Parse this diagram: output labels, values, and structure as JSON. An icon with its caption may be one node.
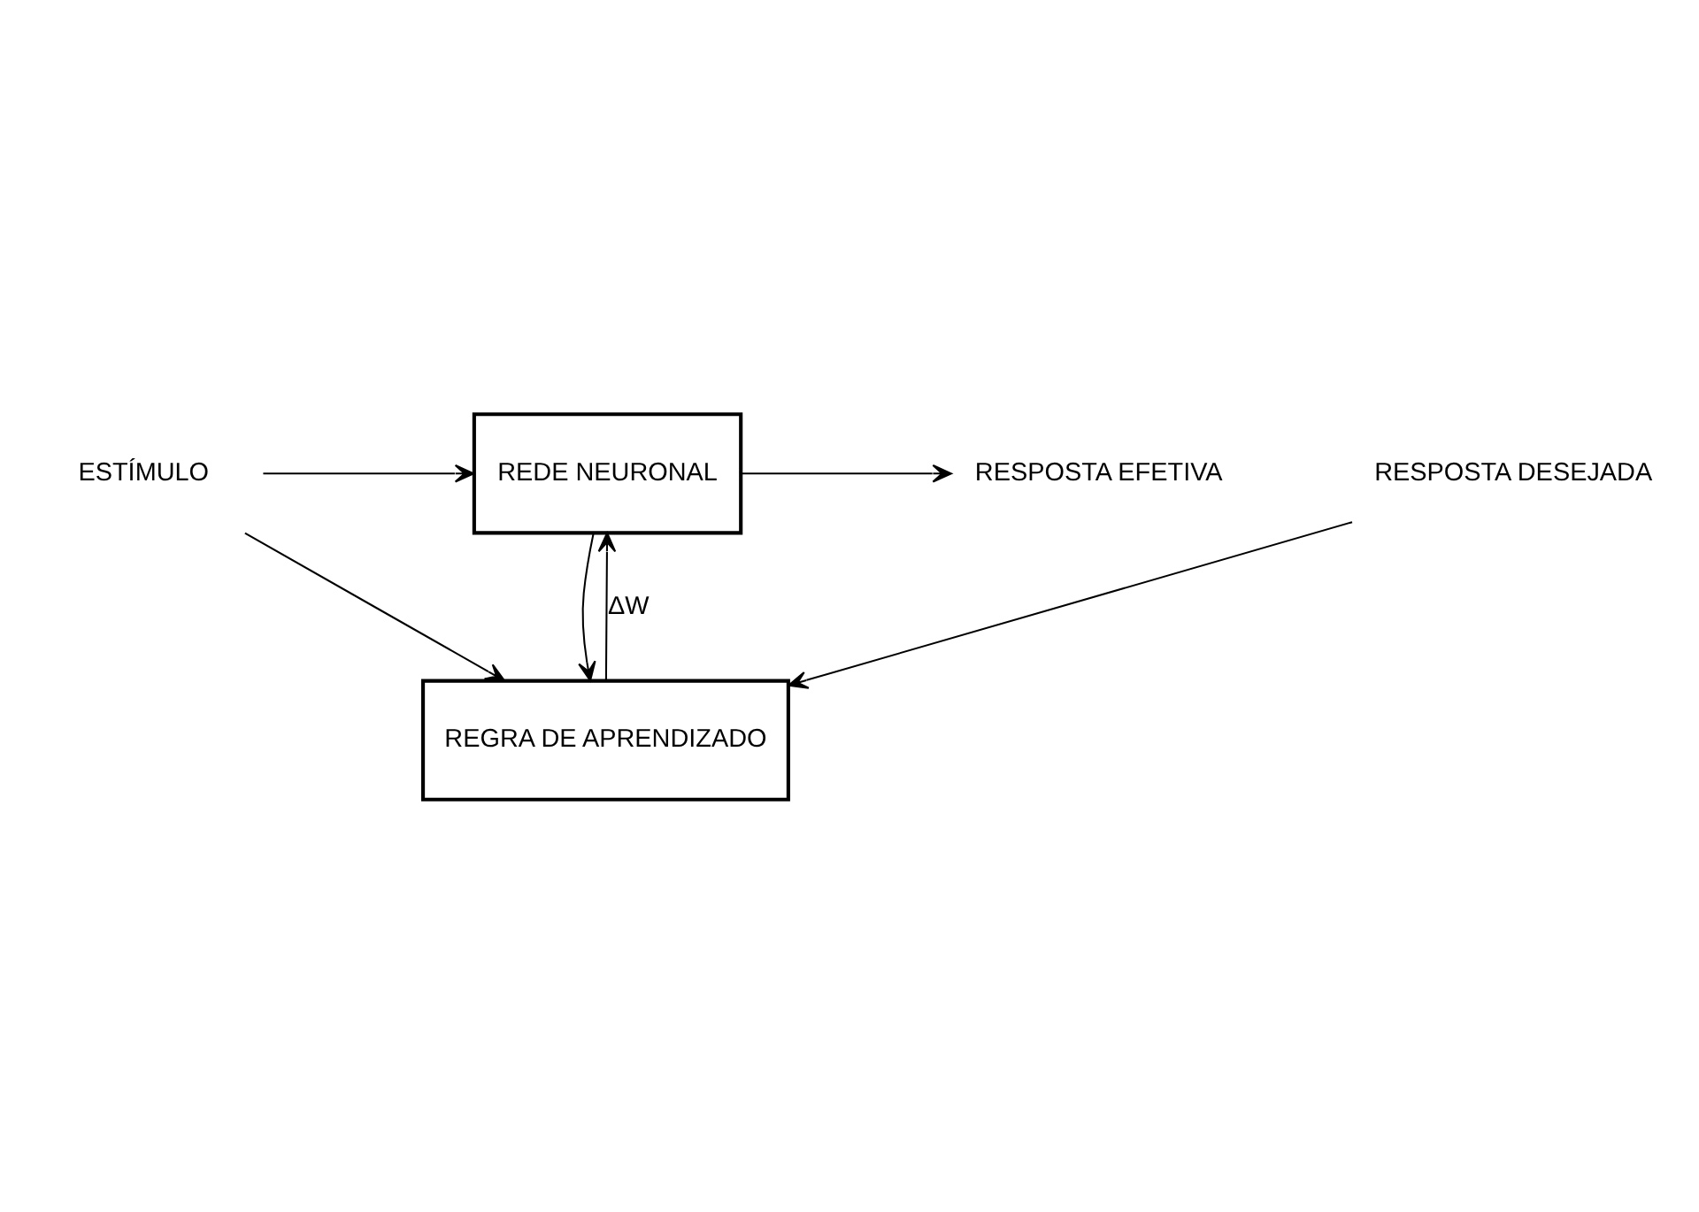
{
  "diagram": {
    "nodes": [
      {
        "text": [
          "ESTÍMULO"
        ]
      },
      {
        "text": [
          "REDE NEURONAL"
        ]
      },
      {
        "text": [
          "RESPOSTA EFETIVA"
        ]
      },
      {
        "text": [
          "REGRA DE APRENDIZADO"
        ]
      },
      {
        "text": [
          "RESPOSTA DESEJADA"
        ]
      }
    ],
    "edges": [
      {
        "from": 0,
        "to": 1,
        "arrow": "to"
      },
      {
        "from": 0,
        "to": 3,
        "arrow": "to"
      },
      {
        "from": 1,
        "to": 2,
        "arrow": "to"
      },
      {
        "from": 1,
        "to": 3,
        "arrow": "to"
      },
      {
        "from": 3,
        "to": 1,
        "arrow": "to",
        "label": "ΔW"
      },
      {
        "from": 4,
        "to": 3,
        "arrow": "to"
      }
    ]
  }
}
